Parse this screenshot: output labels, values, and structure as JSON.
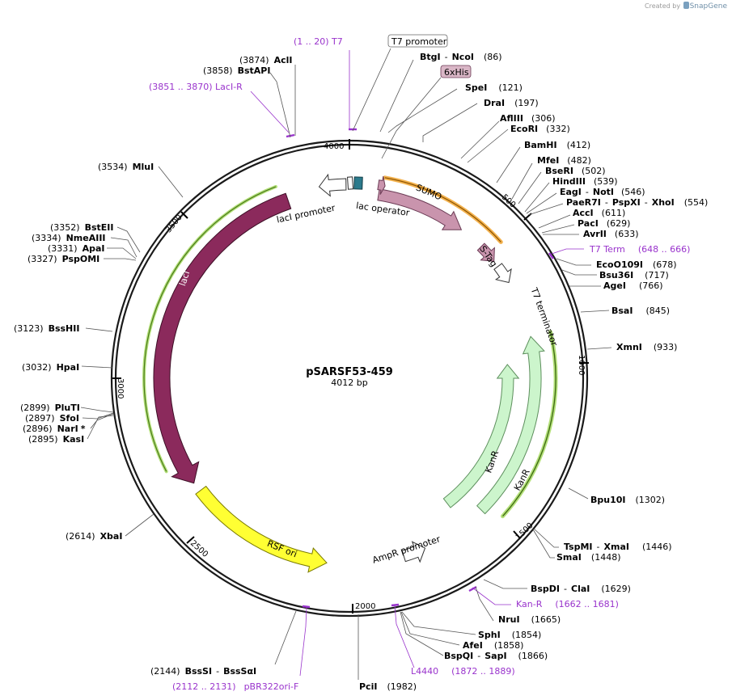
{
  "credit": {
    "prefix": "Created by",
    "brand": "SnapGene"
  },
  "plasmid": {
    "name": "pSARSF53-459",
    "size": "4012 bp"
  },
  "ticks": [
    {
      "id": "t4000",
      "label": "4000",
      "bp": 0
    },
    {
      "id": "t500",
      "label": "500",
      "bp": 500
    },
    {
      "id": "t1000",
      "label": "1000",
      "bp": 1000
    },
    {
      "id": "t1500",
      "label": "1500",
      "bp": 1500
    },
    {
      "id": "t2000",
      "label": "2000",
      "bp": 2000
    },
    {
      "id": "t2500",
      "label": "2500",
      "bp": 2500
    },
    {
      "id": "t3000",
      "label": "3000",
      "bp": 3000
    },
    {
      "id": "t3500",
      "label": "3500",
      "bp": 3500
    }
  ],
  "features": {
    "lac_promoter": "lacI promoter",
    "lac_operator": "lac operator",
    "sumo": "SUMO",
    "s_tag": "S-Tag",
    "t7_terminator": "T7 terminator",
    "laci": "lacI",
    "kanr_inner": "KanR",
    "kanr_outer": "KanR",
    "ampr_promoter": "AmpR promoter",
    "rsf_ori": "RSF ori"
  },
  "boxed_labels": {
    "t7_promoter": "T7 promoter",
    "his_tag": "6xHis"
  },
  "sites": {
    "btgi": "BtgI",
    "btgi_sep": "-",
    "ncoi": "NcoI",
    "btgi_pos": "(86)",
    "spei": "SpeI",
    "spei_pos": "(121)",
    "drai": "DraI",
    "drai_pos": "(197)",
    "aflIII": "AflIII",
    "aflIII_pos": "(306)",
    "ecori": "EcoRI",
    "ecori_pos": "(332)",
    "bamhi": "BamHI",
    "bamhi_pos": "(412)",
    "mfei": "MfeI",
    "mfei_pos": "(482)",
    "bseri": "BseRI",
    "bseri_pos": "(502)",
    "hindIII": "HindIII",
    "hindIII_pos": "(539)",
    "eagi": "EagI",
    "eagi_sep": "-",
    "noti": "NotI",
    "eagi_pos": "(546)",
    "paer7i": "PaeR7I",
    "paer7i_sep1": "-",
    "pspxi": "PspXI",
    "paer7i_sep2": "-",
    "xhoi": "XhoI",
    "paer7i_pos": "(554)",
    "acci": "AccI",
    "acci_pos": "(611)",
    "paci": "PacI",
    "paci_pos": "(629)",
    "avrii": "AvrII",
    "avrii_pos": "(633)",
    "eco0109i": "EcoO109I",
    "eco0109i_pos": "(678)",
    "bsu36i": "Bsu36I",
    "bsu36i_pos": "(717)",
    "agei": "AgeI",
    "agei_pos": "(766)",
    "bsai": "BsaI",
    "bsai_pos": "(845)",
    "xmni": "XmnI",
    "xmni_pos": "(933)",
    "bpu10i": "Bpu10I",
    "bpu10i_pos": "(1302)",
    "tspmi": "TspMI",
    "tspmi_sep": "-",
    "xmai": "XmaI",
    "tspmi_pos": "(1446)",
    "smai": "SmaI",
    "smai_pos": "(1448)",
    "bspdi": "BspDI",
    "bspdi_sep": "-",
    "clai": "ClaI",
    "bspdi_pos": "(1629)",
    "nrui": "NruI",
    "nrui_pos": "(1665)",
    "sphi": "SphI",
    "sphi_pos": "(1854)",
    "afei": "AfeI",
    "afei_pos": "(1858)",
    "bspqi": "BspQI",
    "bspqi_sep": "-",
    "sapi": "SapI",
    "bspqi_pos": "(1866)",
    "pcii": "PciI",
    "pcii_pos": "(1982)",
    "bsssi_pos": "(2144)",
    "bsssi": "BssSI",
    "bsssi_sep": "-",
    "bsssai": "BssSαI",
    "xbai_pos": "(2614)",
    "xbai": "XbaI",
    "kasi_pos": "(2895)",
    "kasi": "KasI",
    "nari_pos": "(2896)",
    "nari": "NarI",
    "nari_star": "*",
    "sfoi_pos": "(2897)",
    "sfoi": "SfoI",
    "plutI_pos": "(2899)",
    "plutI": "PluTI",
    "hpai_pos": "(3032)",
    "hpai": "HpaI",
    "bsshii_pos": "(3123)",
    "bsshii": "BssHII",
    "pspomi_pos": "(3327)",
    "pspomi": "PspOMI",
    "apai_pos": "(3331)",
    "apai": "ApaI",
    "nmeaiii_pos": "(3334)",
    "nmeaiii": "NmeAIII",
    "bsteii_pos": "(3352)",
    "bsteii": "BstEII",
    "mlui_pos": "(3534)",
    "mlui": "MluI",
    "bstapi_pos": "(3858)",
    "bstapi": "BstAPI",
    "acli_pos": "(3874)",
    "acli": "AclI"
  },
  "primers": {
    "t7": "(1 .. 20)  T7",
    "laci_r": "(3851 .. 3870)  LacI-R",
    "t7_term": "T7 Term",
    "t7_term_range": "(648 .. 666)",
    "kan_r": "Kan-R",
    "kan_r_range": "(1662 .. 1681)",
    "l4440": "L4440",
    "l4440_range": "(1872 .. 1889)",
    "pbr322_range": "(2112 .. 2131)",
    "pbr322": "pBR322ori-F"
  },
  "colors": {
    "backbone": "#1a1a1a",
    "laci": "#8b2a5c",
    "laci_glow": "#b4e07a",
    "sumo": "#c994ad",
    "sumo_glow": "#f3b24e",
    "kanr": "#ccf5cc",
    "kanr_glow": "#b4e07a",
    "rsf_ori": "#ffff33",
    "primer": "#9933cc",
    "operator": "#2b7a8c"
  }
}
